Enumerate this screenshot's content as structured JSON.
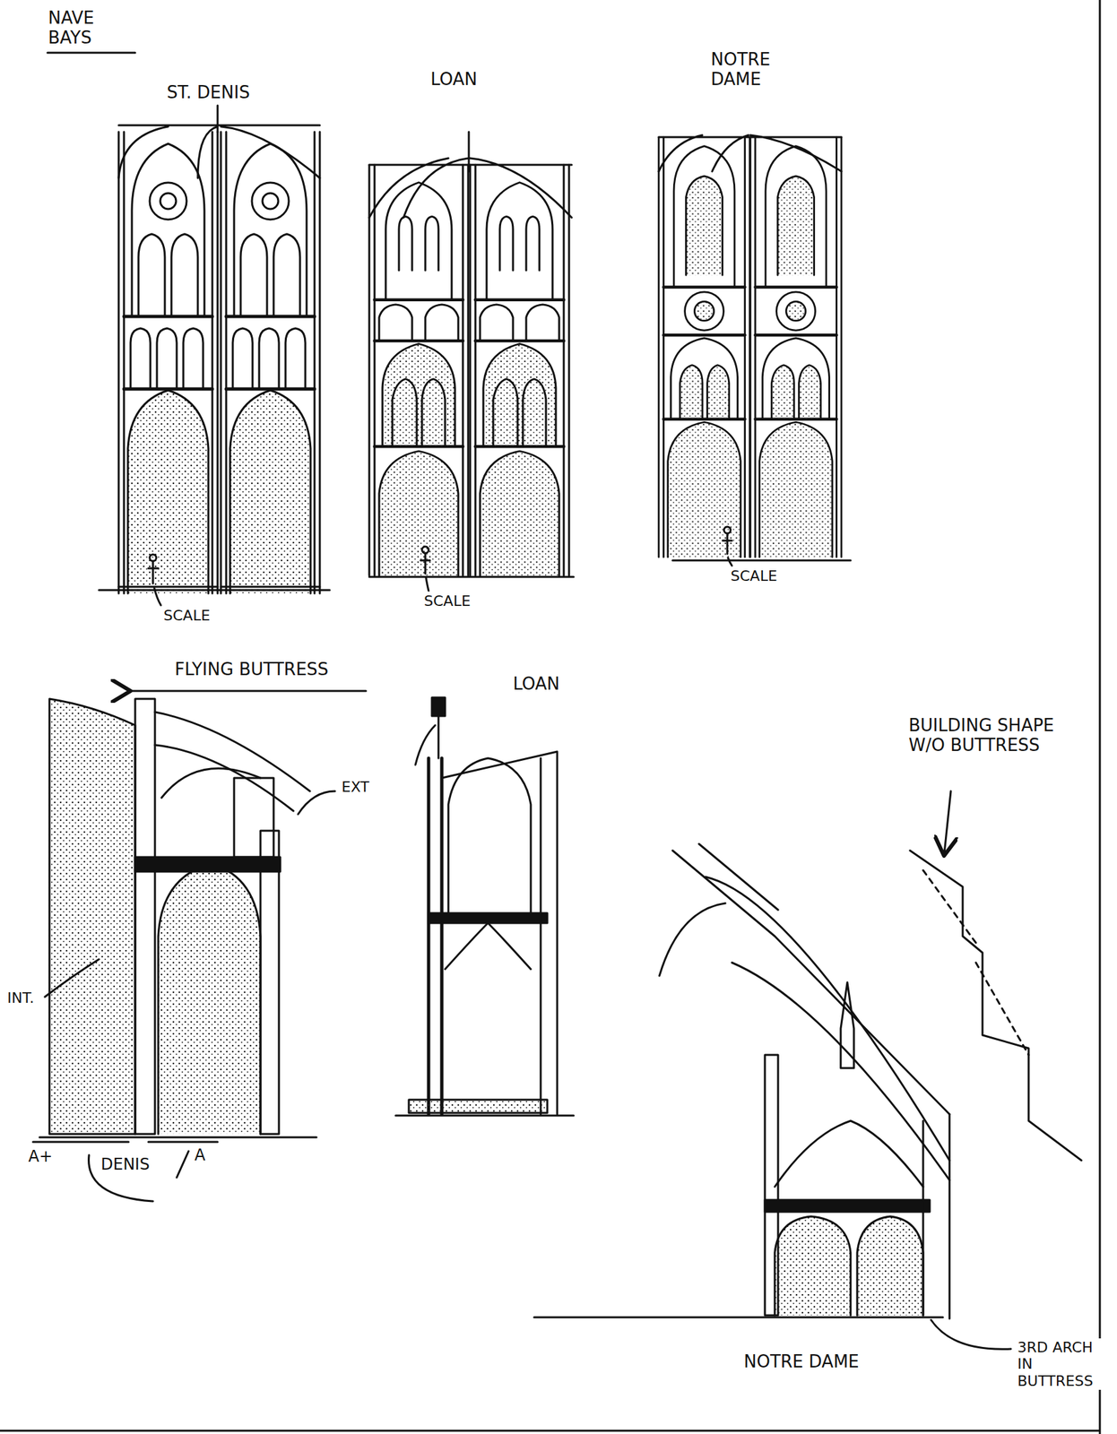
{
  "diagram": {
    "title": "NAVE BAYS",
    "labels": [
      "ST. DENIS",
      "LOAN",
      "NOTRE DAME",
      "SCALE",
      "SCALE",
      "SCALE",
      "FLYING BUTTRESS",
      "LOAN",
      "EXT",
      "INT.",
      "A+",
      "DENIS",
      "A",
      "BUILDING SHAPE W/O BUTTRESS",
      "NOTRE DAME",
      "3RD ARCH IN BUTTRESS"
    ]
  }
}
